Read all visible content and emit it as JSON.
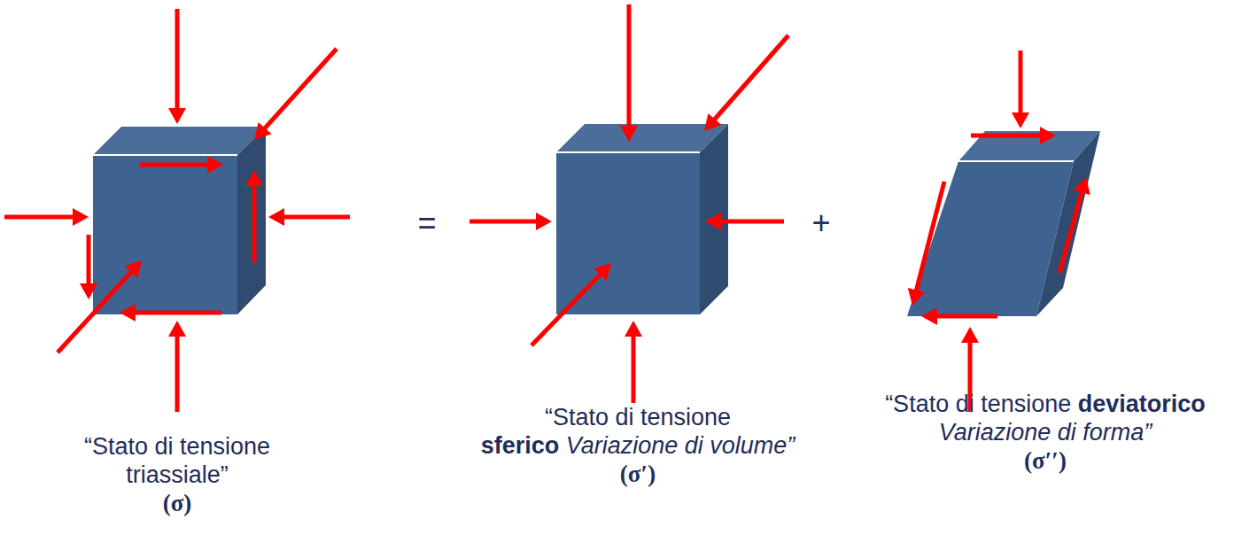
{
  "diagram": {
    "labels": [
      "=",
      "+",
      "“Stato di tensione triassiale”",
      "(σ)",
      "“Stato di tensione",
      "sferico",
      "Variazione di volume”",
      "(σ′)",
      "“Stato di tensione",
      "deviatorico",
      "Variazione di forma”",
      "(σ′′)"
    ]
  }
}
